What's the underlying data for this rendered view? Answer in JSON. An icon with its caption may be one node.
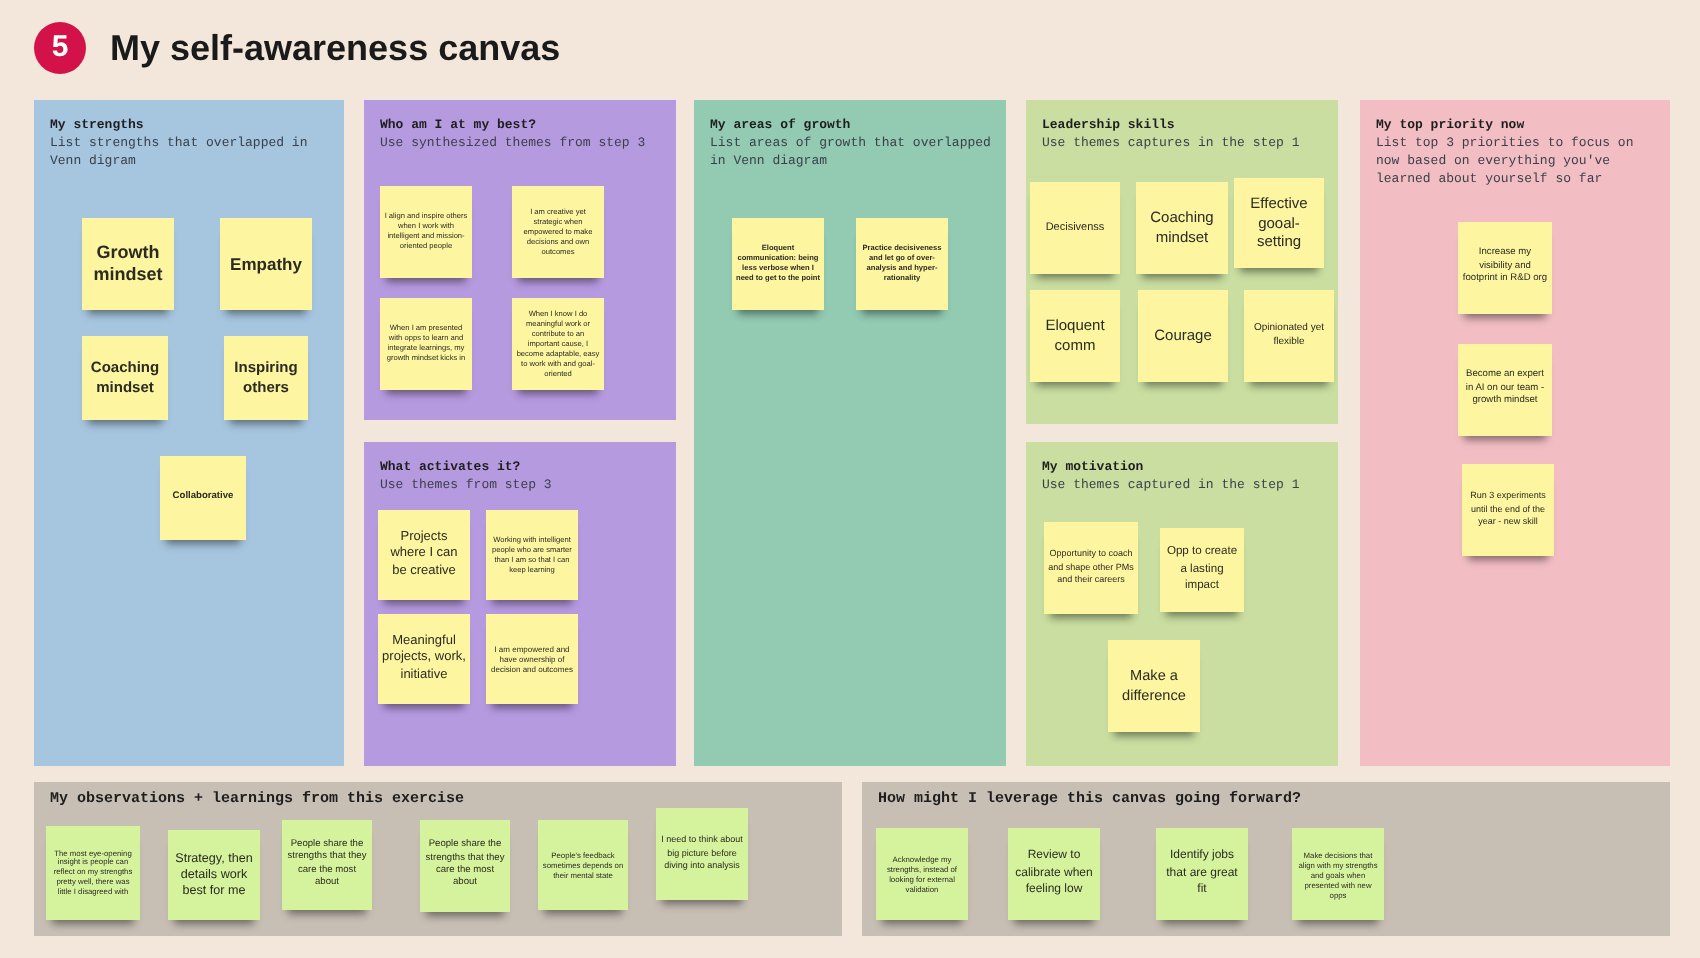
{
  "diagram": {
    "title": "My self-awareness canvas",
    "nodes": [
      {
        "text": [
          "5"
        ]
      },
      {
        "text": [
          "My strengths",
          "List strengths that overlapped in Venn digram"
        ]
      },
      {
        "text": [
          "Growth mindset"
        ],
        "in": 1
      },
      {
        "text": [
          "Empathy"
        ],
        "in": 1
      },
      {
        "text": [
          "Coaching mindset"
        ],
        "in": 1
      },
      {
        "text": [
          "Inspiring others"
        ],
        "in": 1
      },
      {
        "text": [
          "Collaborative"
        ],
        "in": 1
      },
      {
        "text": [
          "Who am I at my best?",
          "Use synthesized themes from step 3"
        ]
      },
      {
        "text": [
          "I align and inspire others when I work with intelligent and mission-oriented people"
        ],
        "in": 7
      },
      {
        "text": [
          "I am creative yet strategic when empowered to make decisions and own outcomes"
        ],
        "in": 7
      },
      {
        "text": [
          "When I am presented with opps to learn and integrate learnings, my growth mindset kicks in"
        ],
        "in": 7
      },
      {
        "text": [
          "When I know I do meaningful work or contribute to an important cause, I become adaptable, easy to work with and goal-oriented"
        ],
        "in": 7
      },
      {
        "text": [
          "What activates it?",
          "Use themes from step 3"
        ]
      },
      {
        "text": [
          "Projects where I can be creative"
        ],
        "in": 12
      },
      {
        "text": [
          "Working with intelligent people who are smarter than I am so that I can keep learning"
        ],
        "in": 12
      },
      {
        "text": [
          "Meaningful projects, work, initiative"
        ],
        "in": 12
      },
      {
        "text": [
          "I am empowered and have ownership of decision and outcomes"
        ],
        "in": 12
      },
      {
        "text": [
          "My areas of growth",
          "List areas of growth that overlapped in Venn diagram"
        ]
      },
      {
        "text": [
          "Eloquent communication: being less verbose when I need to get to the point"
        ],
        "in": 17
      },
      {
        "text": [
          "Practice decisiveness and let go of over-analysis and hyper-rationality"
        ],
        "in": 17
      },
      {
        "text": [
          "Leadership skills",
          "Use themes captures in the step 1"
        ]
      },
      {
        "text": [
          "Decisivenss"
        ],
        "in": 20
      },
      {
        "text": [
          "Coaching mindset"
        ],
        "in": 20
      },
      {
        "text": [
          "Effective gooal-setting"
        ],
        "in": 20
      },
      {
        "text": [
          "Eloquent comm"
        ],
        "in": 20
      },
      {
        "text": [
          "Courage"
        ],
        "in": 20
      },
      {
        "text": [
          "Opinionated yet flexible"
        ],
        "in": 20
      },
      {
        "text": [
          "My motivation",
          "Use themes captured in the step 1"
        ]
      },
      {
        "text": [
          "Opportunity to coach and shape other PMs and their careers"
        ],
        "in": 27
      },
      {
        "text": [
          "Opp to create a lasting impact"
        ],
        "in": 27
      },
      {
        "text": [
          "Make a difference"
        ],
        "in": 27
      },
      {
        "text": [
          "My top priority now",
          "List top 3 priorities to focus on now based on everything you've learned about yourself so far"
        ]
      },
      {
        "text": [
          "Increase my visibility and footprint in R&D org"
        ],
        "in": 31
      },
      {
        "text": [
          "Become an expert in AI on our team - growth mindset"
        ],
        "in": 31
      },
      {
        "text": [
          "Run 3 experiments until the end of the year - new skill"
        ],
        "in": 31
      },
      {
        "text": [
          "My observations + learnings from this exercise"
        ]
      },
      {
        "text": [
          "The most eye-opening insight is people can reflect on my strengths pretty well, there was little I disagreed with"
        ],
        "in": 35
      },
      {
        "text": [
          "Strategy, then details work best for me"
        ],
        "in": 35
      },
      {
        "text": [
          "People share the strengths that they care the most about"
        ],
        "in": 35
      },
      {
        "text": [
          "People share the strengths that they care the most about"
        ],
        "in": 35
      },
      {
        "text": [
          "People's feedback sometimes depends on their mental state"
        ],
        "in": 35
      },
      {
        "text": [
          "I need to think about big picture before diving into analysis"
        ],
        "in": 35
      },
      {
        "text": [
          "How might I leverage this canvas going forward?"
        ]
      },
      {
        "text": [
          "Acknowledge my strengths, instead of looking for external validation"
        ],
        "in": 42
      },
      {
        "text": [
          "Review to calibrate when feeling low"
        ],
        "in": 42
      },
      {
        "text": [
          "Identify jobs that are great fit"
        ],
        "in": 42
      },
      {
        "text": [
          "Make decisions that align with my strengths and goals when presented with new opps"
        ],
        "in": 42
      }
    ]
  }
}
